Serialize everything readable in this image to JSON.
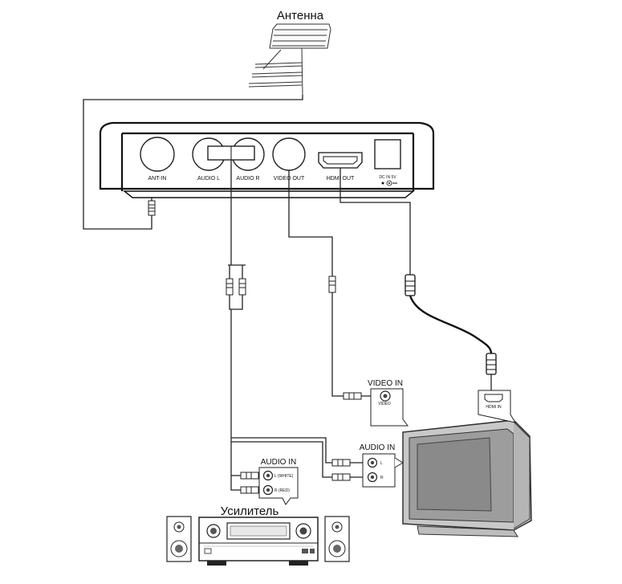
{
  "labels": {
    "antenna": "Антенна",
    "amplifier": "Усилитель"
  },
  "receiver": {
    "ports": {
      "ant_in": "ANT-IN",
      "audio_l": "AUDIO L",
      "audio_r": "AUDIO R",
      "video_out": "VIDEO OUT",
      "hdmi_out": "HDMI OUT",
      "dc_in": "DC IN 5V"
    }
  },
  "tv": {
    "video_in": {
      "title": "VIDEO IN",
      "jack": "VIDEO"
    },
    "hdmi_in": {
      "label": "HDMI IN"
    },
    "audio_in": {
      "title": "AUDIO IN",
      "left": "L",
      "right": "R"
    }
  },
  "amplifier": {
    "audio_in": {
      "title": "AUDIO IN",
      "left": "L (WHITE)",
      "right": "R (RED)"
    }
  }
}
